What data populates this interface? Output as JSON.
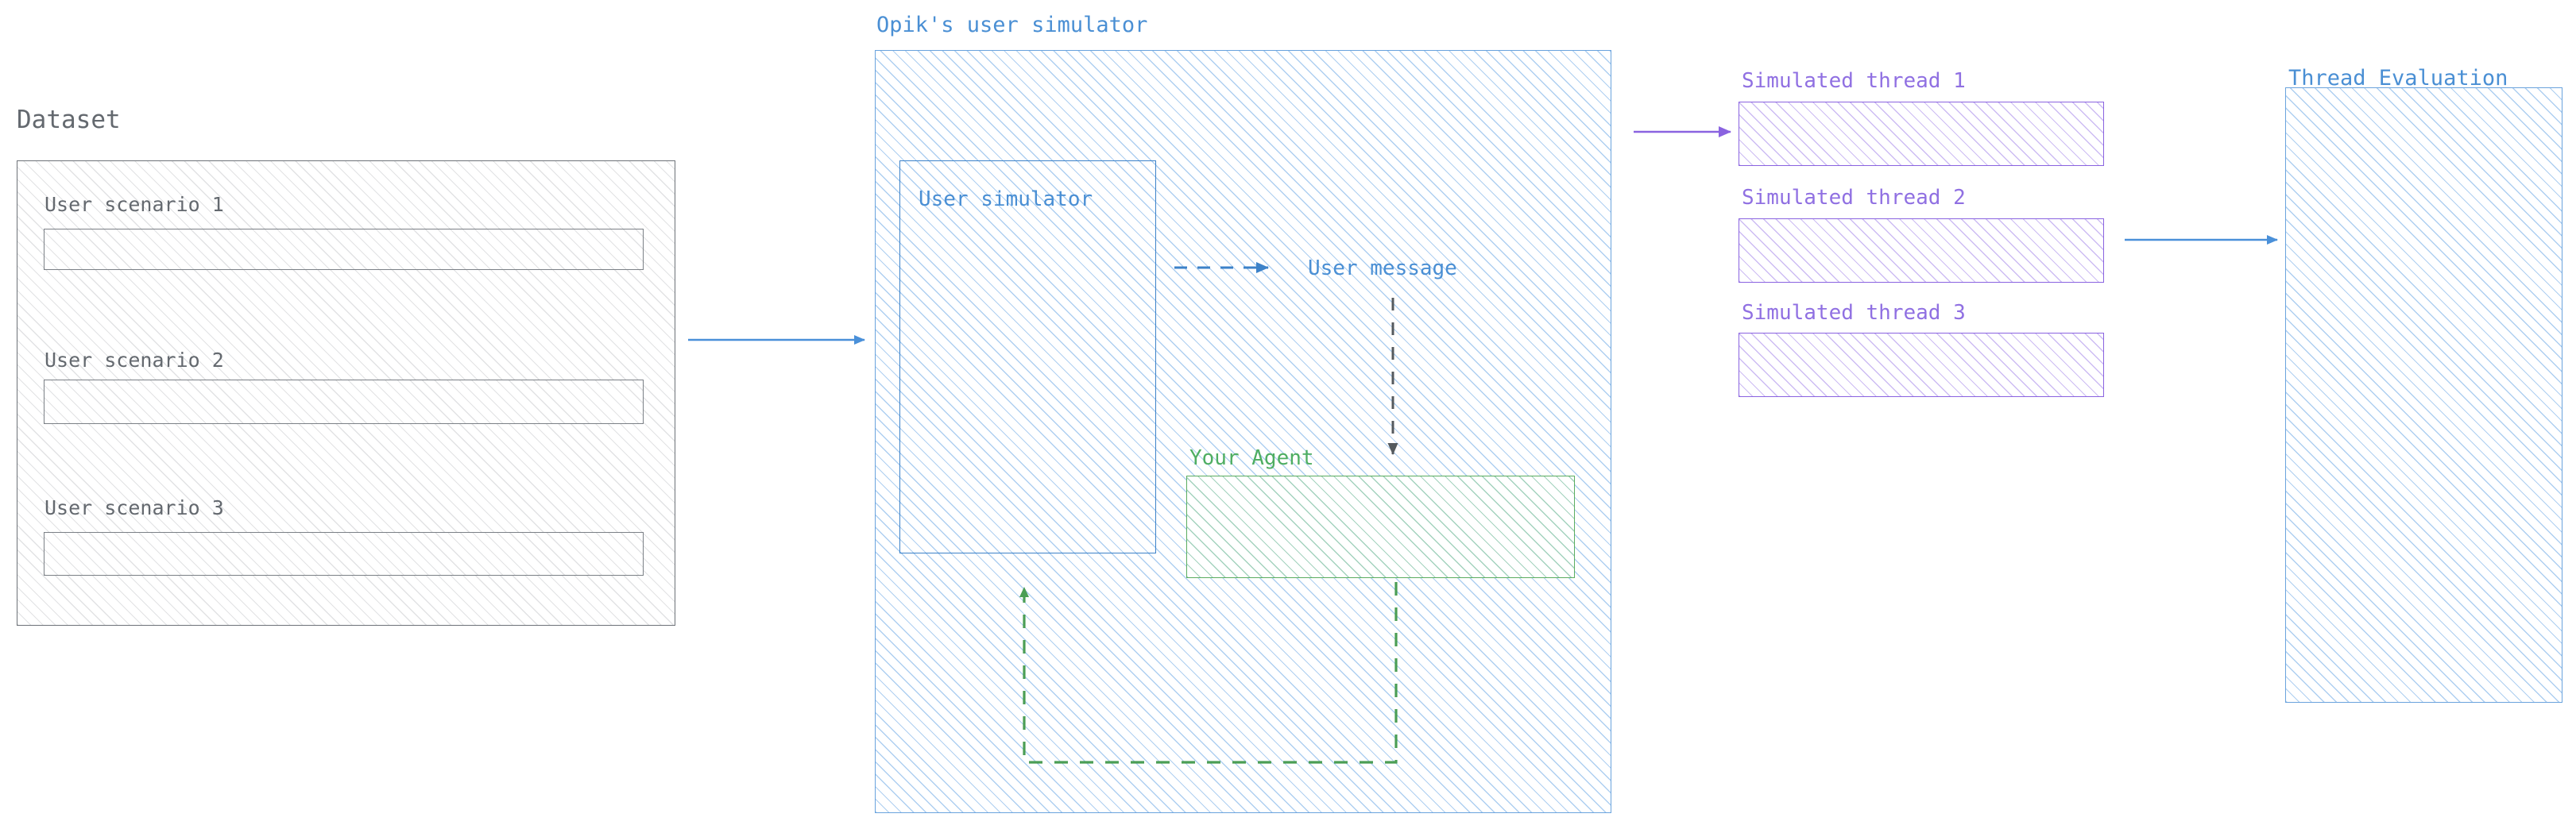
{
  "diagram": {
    "title_dataset": "Dataset",
    "title_opik": "Opik's user simulator",
    "title_thread_eval": "Thread Evaluation"
  },
  "dataset": {
    "label": "Dataset",
    "scenarios": [
      {
        "label": "User scenario 1"
      },
      {
        "label": "User scenario 2"
      },
      {
        "label": "User scenario 3"
      }
    ]
  },
  "opik": {
    "label": "Opik's user simulator",
    "user_simulator": {
      "label": "User simulator"
    },
    "user_message": {
      "label": "User message"
    },
    "your_agent": {
      "label": "Your Agent"
    }
  },
  "threads": [
    {
      "label": "Simulated thread 1"
    },
    {
      "label": "Simulated thread 2"
    },
    {
      "label": "Simulated thread 3"
    }
  ],
  "thread_evaluation": {
    "label": "Thread Evaluation"
  },
  "colors": {
    "grey_stroke": "#6d7278",
    "grey_text": "#64696f",
    "blue_stroke": "#3c82c9",
    "blue_soft_stroke": "#6aa3dd",
    "blue_text": "#4a8fd4",
    "purple_stroke": "#8a63e0",
    "purple_text": "#9070e2",
    "green_stroke": "#5aad60",
    "green_text": "#4fae62",
    "dark_dash": "#4a4a4a",
    "background": "#ffffff"
  },
  "arrows": {
    "dataset_to_opik": {
      "style": "solid",
      "color": "#4a90d9"
    },
    "simulator_to_user_message": {
      "style": "dashed",
      "color": "#3c82c9"
    },
    "user_message_to_agent": {
      "style": "dashed",
      "color": "#4a4a4a"
    },
    "agent_back_to_simulator": {
      "style": "dashed",
      "color": "#5aad60"
    },
    "opik_to_threads": {
      "style": "solid",
      "color": "#8a63e0"
    },
    "threads_to_evaluation": {
      "style": "solid",
      "color": "#4a90d9"
    }
  }
}
